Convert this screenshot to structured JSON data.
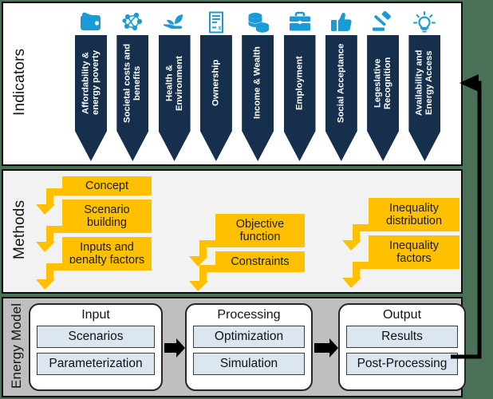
{
  "diagram": {
    "title": "Energy model framework with indicators, methods and energy model layers",
    "colors": {
      "indicator_fill": "#152f4c",
      "icon_blue": "#1a9ad7",
      "method_yellow": "#FFC000",
      "energy_band": "#bfbfbf",
      "energy_subbox": "#dce6f1",
      "border": "#0d0d0d",
      "background": "#4a7058"
    }
  },
  "sections": {
    "indicators": {
      "label": "Indicators"
    },
    "methods": {
      "label": "Methods"
    },
    "energy_model": {
      "label": "Energy Model"
    }
  },
  "indicators": [
    {
      "label": "Affordability &\nenergy poverty",
      "icon": "wallet-icon"
    },
    {
      "label": "Societal costs and\nbenefits",
      "icon": "network-nodes-icon"
    },
    {
      "label": "Health &\nEnvironment",
      "icon": "plant-in-hand-icon"
    },
    {
      "label": "Ownership",
      "icon": "document-icon"
    },
    {
      "label": "Income & Wealth",
      "icon": "coins-icon"
    },
    {
      "label": "Employment",
      "icon": "briefcase-icon"
    },
    {
      "label": "Social Acceptance",
      "icon": "thumbs-up-icon"
    },
    {
      "label": "Legeslative\nRecognition",
      "icon": "gavel-icon"
    },
    {
      "label": "Availability and\nEnergy Access",
      "icon": "lightbulb-icon"
    }
  ],
  "methods": {
    "groups": [
      {
        "name": "input-methods",
        "boxes": [
          {
            "label": "Concept"
          },
          {
            "label": "Scenario\nbuilding"
          },
          {
            "label": "Inputs and\npenalty factors"
          }
        ]
      },
      {
        "name": "processing-methods",
        "boxes": [
          {
            "label": "Objective\nfunction"
          },
          {
            "label": "Constraints"
          }
        ]
      },
      {
        "name": "output-methods",
        "boxes": [
          {
            "label": "Inequality\ndistribution"
          },
          {
            "label": "Inequality\nfactors"
          }
        ]
      }
    ]
  },
  "energy_model": {
    "stages": [
      {
        "title": "Input",
        "items": [
          "Scenarios",
          "Parameterization"
        ]
      },
      {
        "title": "Processing",
        "items": [
          "Optimization",
          "Simulation"
        ]
      },
      {
        "title": "Output",
        "items": [
          "Results",
          "Post-Processing"
        ]
      }
    ],
    "connectors": [
      "flow-arrow-input-to-processing",
      "flow-arrow-processing-to-output"
    ],
    "feedback": {
      "name": "feedback-loop-arrow",
      "from": "Output",
      "to": "Indicators"
    }
  }
}
